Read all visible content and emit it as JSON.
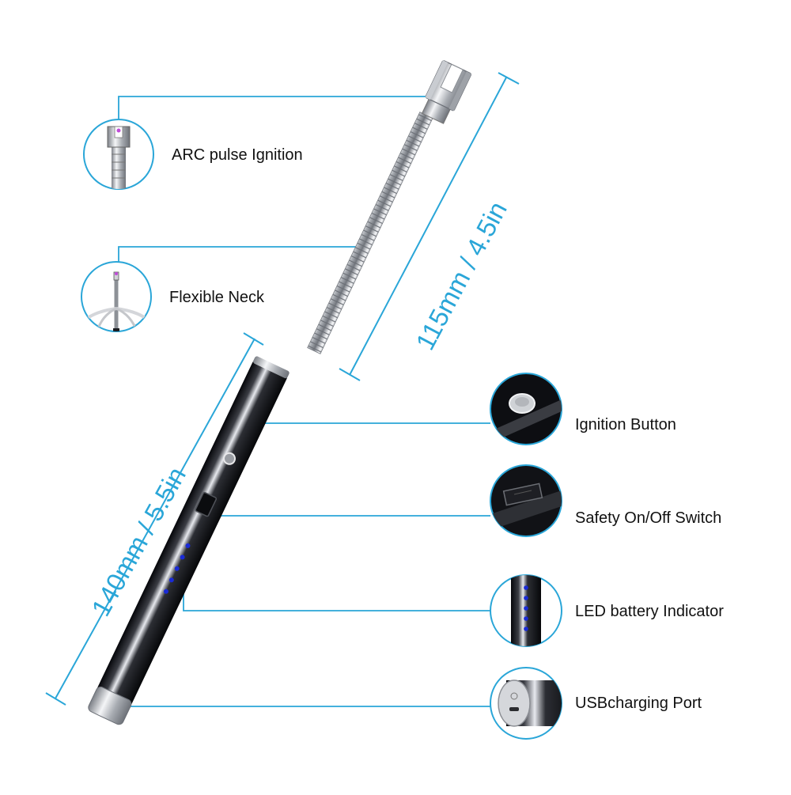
{
  "product": {
    "features": [
      {
        "id": "arc",
        "label": "ARC pulse Ignition"
      },
      {
        "id": "neck",
        "label": "Flexible Neck"
      },
      {
        "id": "button",
        "label": "Ignition Button"
      },
      {
        "id": "safety",
        "label": "Safety On/Off Switch"
      },
      {
        "id": "led",
        "label": "LED battery Indicator"
      },
      {
        "id": "usb",
        "label": "USBcharging Port"
      }
    ],
    "dimensions": {
      "neck": "115mm / 4.5in",
      "body": "140mm / 5.5in"
    },
    "led_count": 5
  },
  "colors": {
    "accent": "#2aa6d8",
    "body": "#1a1a1e",
    "metal": "#c8ccd0",
    "led": "#1a2bd6"
  }
}
